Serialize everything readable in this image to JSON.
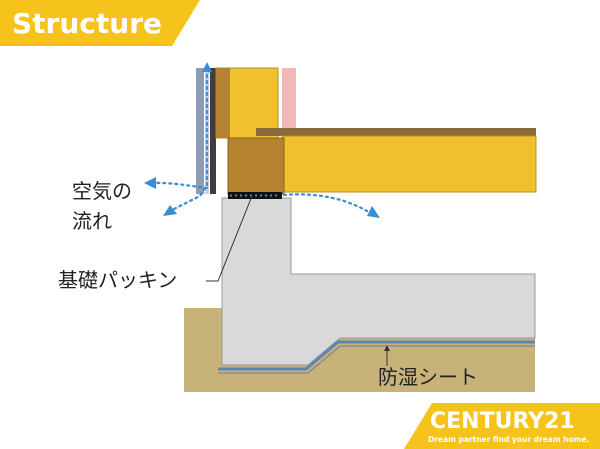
{
  "header": {
    "title": "Structure"
  },
  "labels": {
    "airflow": [
      "空気の",
      "流れ"
    ],
    "packing": "基礎パッキン",
    "moisture_sheet": "防湿シート"
  },
  "brand": {
    "name": "CENTURY21",
    "tagline": "Dream partner find your dream home."
  },
  "colors": {
    "accent_yellow": "#f6c31c",
    "lumber": "#f0c12f",
    "sill": "#b5822f",
    "concrete": "#d9d9d9",
    "soil": "#c7b37a",
    "sheet": "#5b87b7",
    "air_arrow": "#3a8dd0",
    "insulation_pink": "#f2b8b8",
    "packing_black": "#111111"
  }
}
